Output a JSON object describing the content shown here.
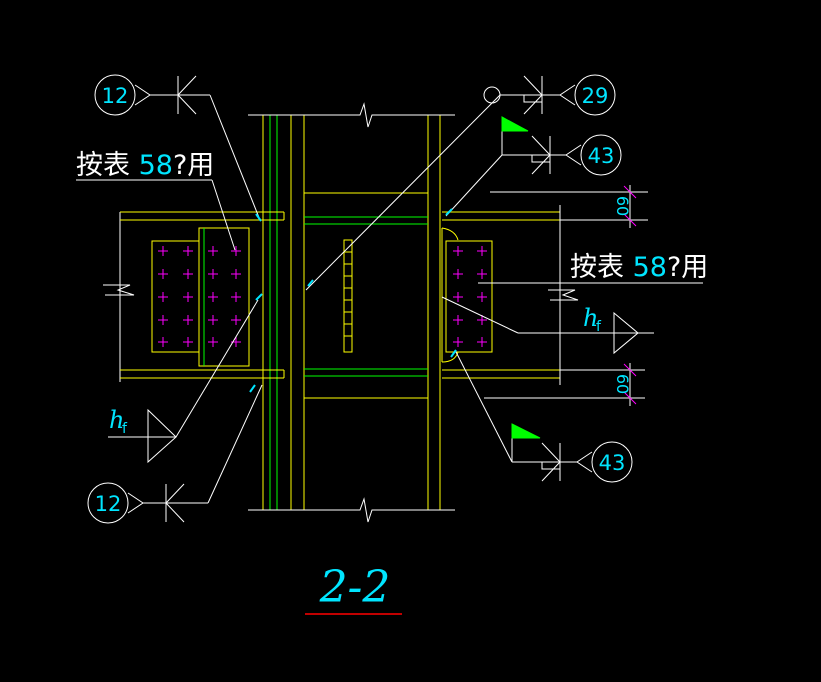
{
  "drawing": {
    "section_title": "2-2",
    "note_text": "按表58",
    "note_suffix": "?用",
    "weld_symbol_h": "h",
    "weld_symbol_sub": "f",
    "dimension_60": "60"
  },
  "callouts": [
    {
      "label": "12"
    },
    {
      "label": "12"
    },
    {
      "label": "29"
    },
    {
      "label": "43"
    },
    {
      "label": "43"
    }
  ],
  "colors": {
    "background": "#000000",
    "white": "#ffffff",
    "yellow": "#ffff00",
    "green": "#00ff00",
    "cyan": "#00e5ff",
    "magenta": "#ff00ff",
    "red": "#ff0000"
  }
}
